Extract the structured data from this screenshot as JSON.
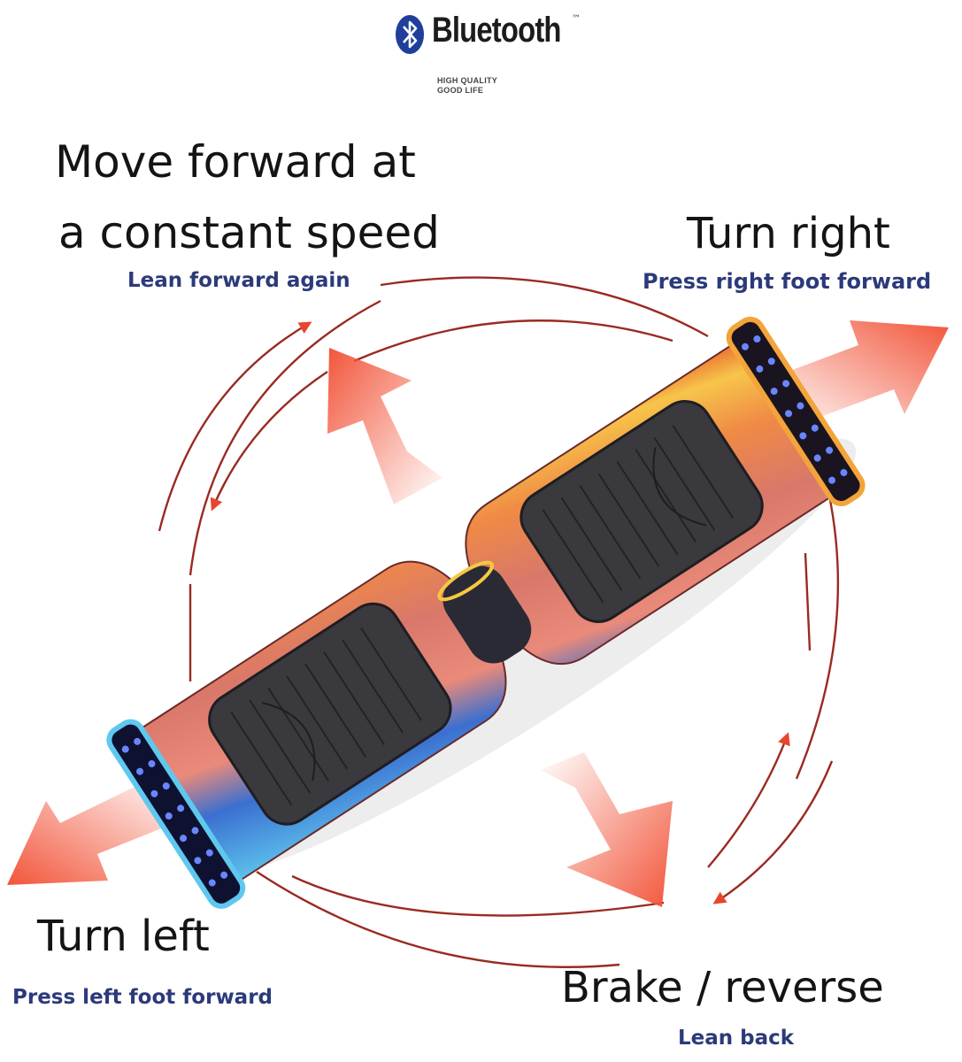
{
  "brand": {
    "name": "Bluetooth",
    "trademark": "™",
    "icon": "bluetooth-icon",
    "tagline_line1": "HIGH QUALITY",
    "tagline_line2": "GOOD LIFE"
  },
  "controls": {
    "forward": {
      "title_line1": "Move forward at",
      "title_line2": "a constant speed",
      "instruction": "Lean forward again",
      "icon": "arrow-up-left-icon"
    },
    "turn_right": {
      "title": "Turn right",
      "instruction": "Press right foot forward",
      "icon": "arrow-up-right-icon"
    },
    "turn_left": {
      "title": "Turn left",
      "instruction": "Press left foot forward",
      "icon": "arrow-down-left-icon"
    },
    "brake": {
      "title": "Brake / reverse",
      "instruction": "Lean back",
      "icon": "arrow-down-right-icon"
    }
  },
  "product": {
    "name": "hoverboard",
    "left_theme": "ice",
    "right_theme": "fire"
  },
  "colors": {
    "arrow": "#f2553a",
    "arc_line": "#9a2a22",
    "title_text": "#141414",
    "instruction_text": "#2c3a7a",
    "bluetooth_blue": "#1f3f9a",
    "led_blue": "#3a5bff",
    "pad": "#3a3a3e"
  }
}
